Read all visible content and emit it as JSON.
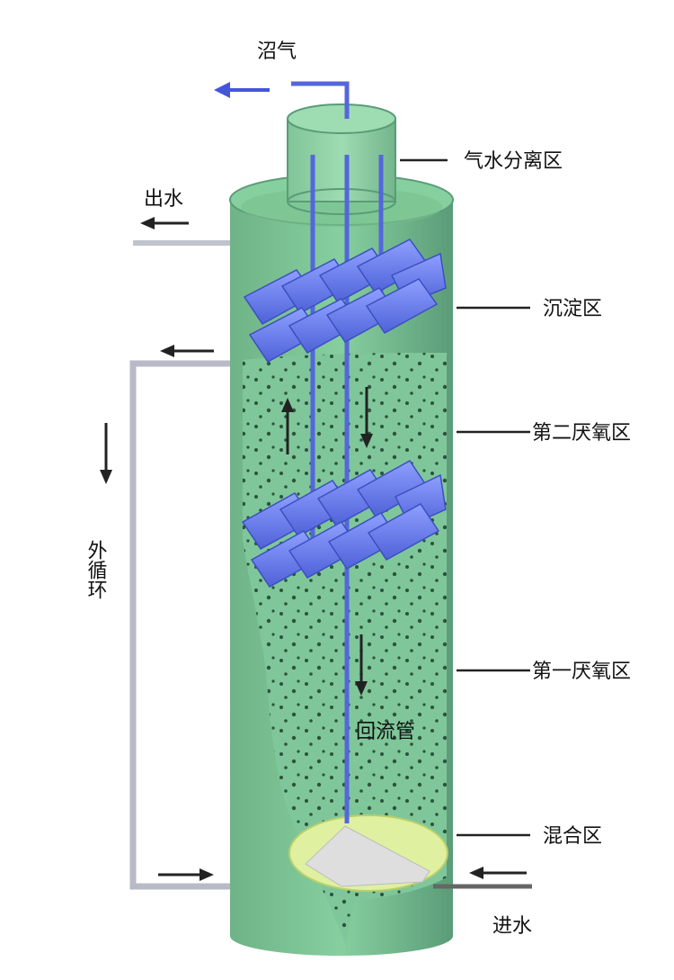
{
  "labels": {
    "biogas": "沼气",
    "gas_water_separation": "气水分离区",
    "outlet": "出水",
    "settling": "沉淀区",
    "second_anaerobic": "第二厌氧区",
    "external_circulation": "外循环",
    "first_anaerobic": "第一厌氧区",
    "return_pipe": "回流管",
    "mixing": "混合区",
    "inlet": "进水"
  },
  "colors": {
    "tank_body": "#5a9c78",
    "tank_inner": "#7fc79a",
    "baffle": "#6f86f0",
    "pipe_blue": "#5566dd",
    "grey_pipe": "#b8bac8",
    "mixing_disc": "#dff0a0"
  }
}
